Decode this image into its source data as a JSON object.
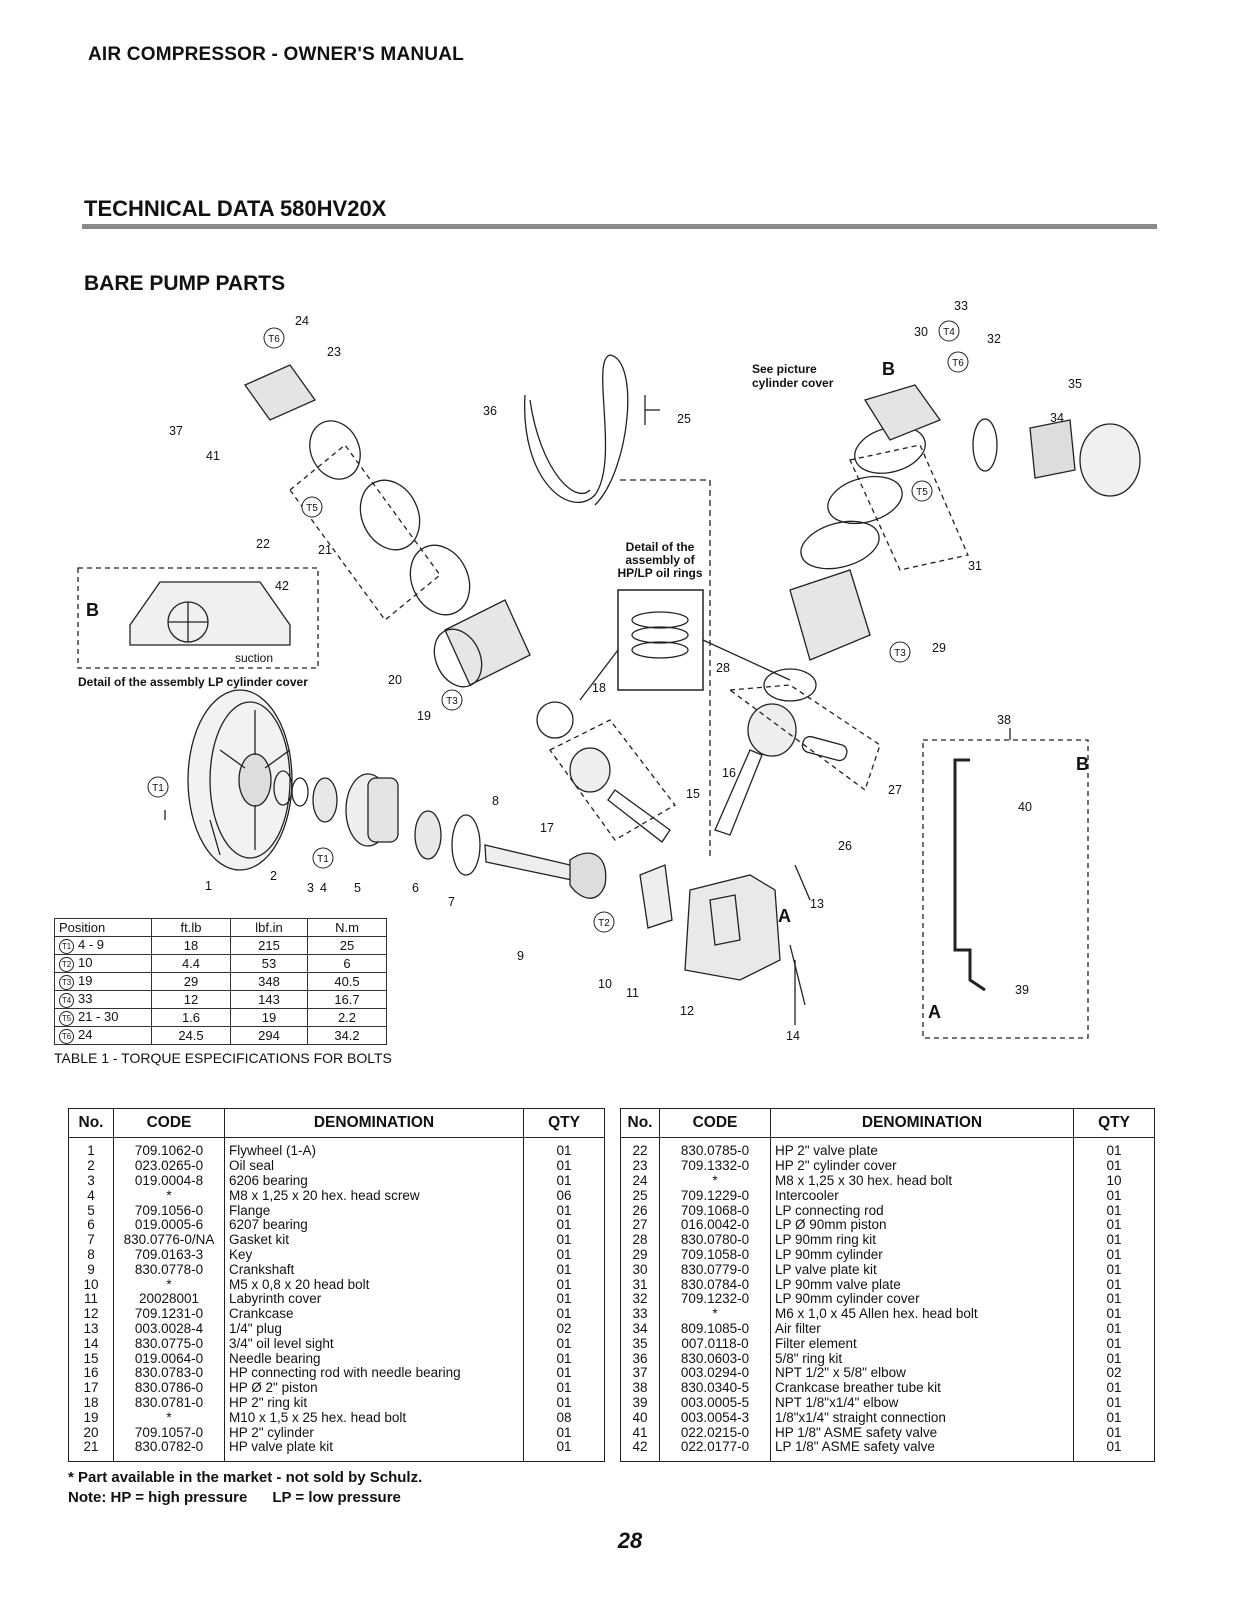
{
  "header": {
    "title": "AIR COMPRESSOR - OWNER'S MANUAL"
  },
  "section": {
    "title": "TECHNICAL DATA 580HV20X",
    "subtitle": "BARE PUMP PARTS"
  },
  "diagram": {
    "callouts": {
      "see_picture": "See picture",
      "cylinder_cover": "cylinder cover",
      "oil_rings_1": "Detail of the",
      "oil_rings_2": "assembly of",
      "oil_rings_3": "HP/LP oil rings",
      "suction": "suction",
      "lp_cover_detail": "Detail of the assembly LP cylinder cover",
      "marker_a": "A",
      "marker_b": "B"
    },
    "labels": [
      "1",
      "2",
      "3",
      "4",
      "5",
      "6",
      "7",
      "8",
      "9",
      "10",
      "11",
      "12",
      "13",
      "14",
      "15",
      "16",
      "17",
      "18",
      "19",
      "20",
      "21",
      "22",
      "23",
      "24",
      "25",
      "26",
      "27",
      "28",
      "29",
      "30",
      "31",
      "32",
      "33",
      "34",
      "35",
      "36",
      "37",
      "38",
      "39",
      "40",
      "41",
      "42"
    ],
    "torque_markers": [
      "T1",
      "T2",
      "T3",
      "T4",
      "T5",
      "T6"
    ]
  },
  "torque_table": {
    "headers": [
      "Position",
      "ft.lb",
      "lbf.in",
      "N.m"
    ],
    "rows": [
      {
        "marker": "T1",
        "position": "4 - 9",
        "ftlb": "18",
        "lbfin": "215",
        "nm": "25"
      },
      {
        "marker": "T2",
        "position": "10",
        "ftlb": "4.4",
        "lbfin": "53",
        "nm": "6"
      },
      {
        "marker": "T3",
        "position": "19",
        "ftlb": "29",
        "lbfin": "348",
        "nm": "40.5"
      },
      {
        "marker": "T4",
        "position": "33",
        "ftlb": "12",
        "lbfin": "143",
        "nm": "16.7"
      },
      {
        "marker": "T5",
        "position": "21 - 30",
        "ftlb": "1.6",
        "lbfin": "19",
        "nm": "2.2"
      },
      {
        "marker": "T6",
        "position": "24",
        "ftlb": "24.5",
        "lbfin": "294",
        "nm": "34.2"
      }
    ],
    "caption": "TABLE 1 - TORQUE ESPECIFICATIONS FOR BOLTS"
  },
  "parts_table": {
    "headers": [
      "No.",
      "CODE",
      "DENOMINATION",
      "QTY"
    ],
    "left": [
      {
        "no": "1",
        "code": "709.1062-0",
        "name": "Flywheel (1-A)",
        "qty": "01"
      },
      {
        "no": "2",
        "code": "023.0265-0",
        "name": "Oil seal",
        "qty": "01"
      },
      {
        "no": "3",
        "code": "019.0004-8",
        "name": "6206 bearing",
        "qty": "01"
      },
      {
        "no": "4",
        "code": "*",
        "name": "M8 x 1,25 x 20 hex. head screw",
        "qty": "06"
      },
      {
        "no": "5",
        "code": "709.1056-0",
        "name": "Flange",
        "qty": "01"
      },
      {
        "no": "6",
        "code": "019.0005-6",
        "name": "6207 bearing",
        "qty": "01"
      },
      {
        "no": "7",
        "code": "830.0776-0/NA",
        "name": "Gasket kit",
        "qty": "01"
      },
      {
        "no": "8",
        "code": "709.0163-3",
        "name": "Key",
        "qty": "01"
      },
      {
        "no": "9",
        "code": "830.0778-0",
        "name": "Crankshaft",
        "qty": "01"
      },
      {
        "no": "10",
        "code": "*",
        "name": "M5 x 0,8 x 20 head bolt",
        "qty": "01"
      },
      {
        "no": "11",
        "code": "20028001",
        "name": "Labyrinth cover",
        "qty": "01"
      },
      {
        "no": "12",
        "code": "709.1231-0",
        "name": "Crankcase",
        "qty": "01"
      },
      {
        "no": "13",
        "code": "003.0028-4",
        "name": "1/4\" plug",
        "qty": "02"
      },
      {
        "no": "14",
        "code": "830.0775-0",
        "name": "3/4\" oil level sight",
        "qty": "01"
      },
      {
        "no": "15",
        "code": "019.0064-0",
        "name": "Needle bearing",
        "qty": "01"
      },
      {
        "no": "16",
        "code": "830.0783-0",
        "name": "HP connecting rod with needle bearing",
        "qty": "01"
      },
      {
        "no": "17",
        "code": "830.0786-0",
        "name": "HP Ø 2\" piston",
        "qty": "01"
      },
      {
        "no": "18",
        "code": "830.0781-0",
        "name": "HP 2\" ring kit",
        "qty": "01"
      },
      {
        "no": "19",
        "code": "*",
        "name": "M10 x 1,5 x 25 hex. head bolt",
        "qty": "08"
      },
      {
        "no": "20",
        "code": "709.1057-0",
        "name": "HP 2\" cylinder",
        "qty": "01"
      },
      {
        "no": "21",
        "code": "830.0782-0",
        "name": "HP valve plate kit",
        "qty": "01"
      }
    ],
    "right": [
      {
        "no": "22",
        "code": "830.0785-0",
        "name": "HP 2\" valve plate",
        "qty": "01"
      },
      {
        "no": "23",
        "code": "709.1332-0",
        "name": "HP 2\" cylinder cover",
        "qty": "01"
      },
      {
        "no": "24",
        "code": "*",
        "name": "M8 x 1,25 x 30 hex. head bolt",
        "qty": "10"
      },
      {
        "no": "25",
        "code": "709.1229-0",
        "name": "Intercooler",
        "qty": "01"
      },
      {
        "no": "26",
        "code": "709.1068-0",
        "name": "LP connecting rod",
        "qty": "01"
      },
      {
        "no": "27",
        "code": "016.0042-0",
        "name": "LP Ø 90mm piston",
        "qty": "01"
      },
      {
        "no": "28",
        "code": "830.0780-0",
        "name": "LP 90mm ring kit",
        "qty": "01"
      },
      {
        "no": "29",
        "code": "709.1058-0",
        "name": "LP 90mm cylinder",
        "qty": "01"
      },
      {
        "no": "30",
        "code": "830.0779-0",
        "name": "LP valve plate kit",
        "qty": "01"
      },
      {
        "no": "31",
        "code": "830.0784-0",
        "name": "LP 90mm valve plate",
        "qty": "01"
      },
      {
        "no": "32",
        "code": "709.1232-0",
        "name": "LP 90mm cylinder cover",
        "qty": "01"
      },
      {
        "no": "33",
        "code": "*",
        "name": "M6 x 1,0 x 45 Allen hex. head bolt",
        "qty": "01"
      },
      {
        "no": "34",
        "code": "809.1085-0",
        "name": "Air filter",
        "qty": "01"
      },
      {
        "no": "35",
        "code": "007.0118-0",
        "name": "Filter element",
        "qty": "01"
      },
      {
        "no": "36",
        "code": "830.0603-0",
        "name": "5/8\" ring kit",
        "qty": "01"
      },
      {
        "no": "37",
        "code": "003.0294-0",
        "name": "NPT 1/2\" x 5/8\" elbow",
        "qty": "02"
      },
      {
        "no": "38",
        "code": "830.0340-5",
        "name": "Crankcase breather tube kit",
        "qty": "01"
      },
      {
        "no": "39",
        "code": "003.0005-5",
        "name": "NPT 1/8\"x1/4\" elbow",
        "qty": "01"
      },
      {
        "no": "40",
        "code": "003.0054-3",
        "name": "1/8\"x1/4\" straight connection",
        "qty": "01"
      },
      {
        "no": "41",
        "code": "022.0215-0",
        "name": "HP 1/8\" ASME safety valve",
        "qty": "01"
      },
      {
        "no": "42",
        "code": "022.0177-0",
        "name": "LP 1/8\" ASME safety valve",
        "qty": "01"
      }
    ]
  },
  "footnote": {
    "line1": "* Part available in the market - not sold by Schulz.",
    "line2": "Note: HP = high pressure      LP = low pressure"
  },
  "page_number": "28"
}
